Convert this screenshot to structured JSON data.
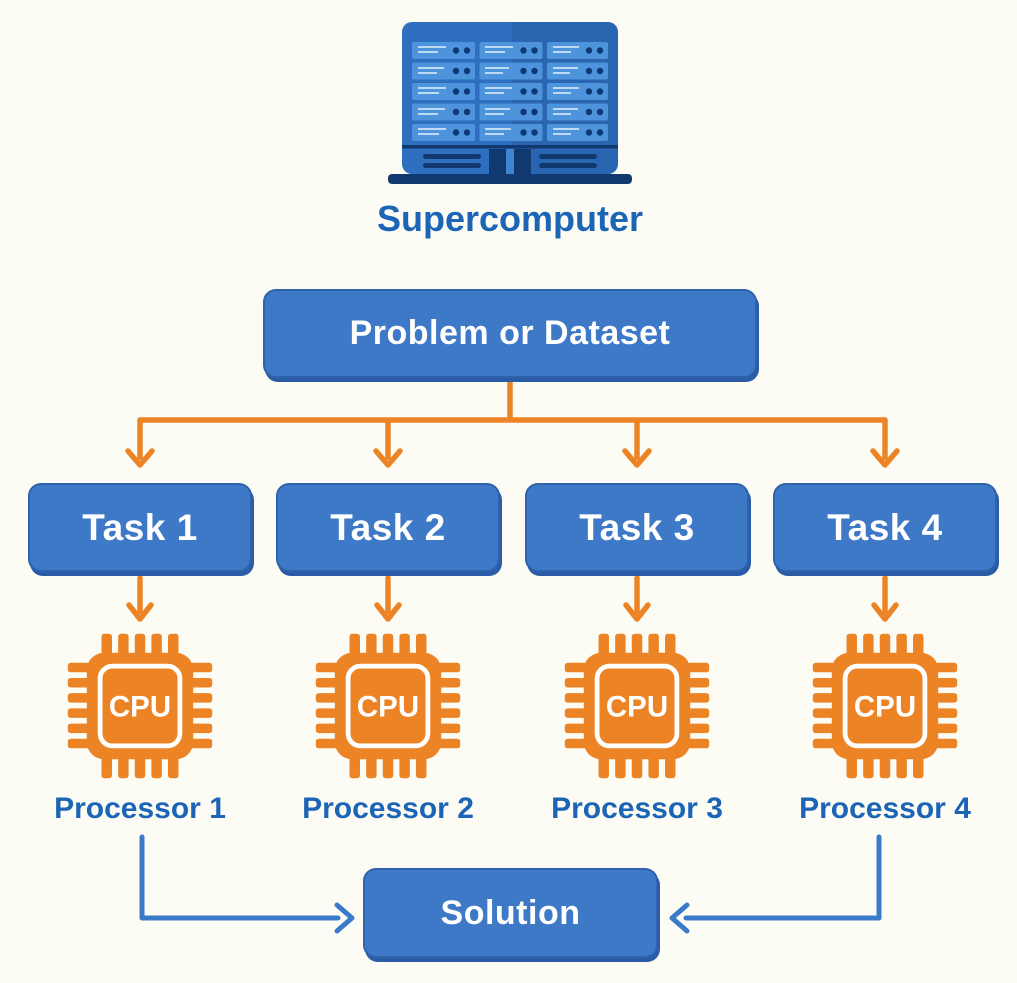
{
  "colors": {
    "background": "#fcfcf5",
    "box_fill": "#3d79c6",
    "box_border": "#2e63ac",
    "box_shadow": "#2a5ba6",
    "box_text": "#ffffff",
    "orange_accent": "#ec8426",
    "arrow_blue": "#3b7ac8",
    "caption_blue": "#1c64b6"
  },
  "diagram": {
    "supercomputer": {
      "icon": "server-rack-icon",
      "label": "Supercomputer"
    },
    "problem": {
      "label": "Problem or Dataset"
    },
    "tasks": [
      {
        "label": "Task 1"
      },
      {
        "label": "Task 2"
      },
      {
        "label": "Task 3"
      },
      {
        "label": "Task 4"
      }
    ],
    "processors": [
      {
        "chip_label": "CPU",
        "label": "Processor 1"
      },
      {
        "chip_label": "CPU",
        "label": "Processor 2"
      },
      {
        "chip_label": "CPU",
        "label": "Processor 3"
      },
      {
        "chip_label": "CPU",
        "label": "Processor 4"
      }
    ],
    "solution": {
      "label": "Solution"
    }
  }
}
